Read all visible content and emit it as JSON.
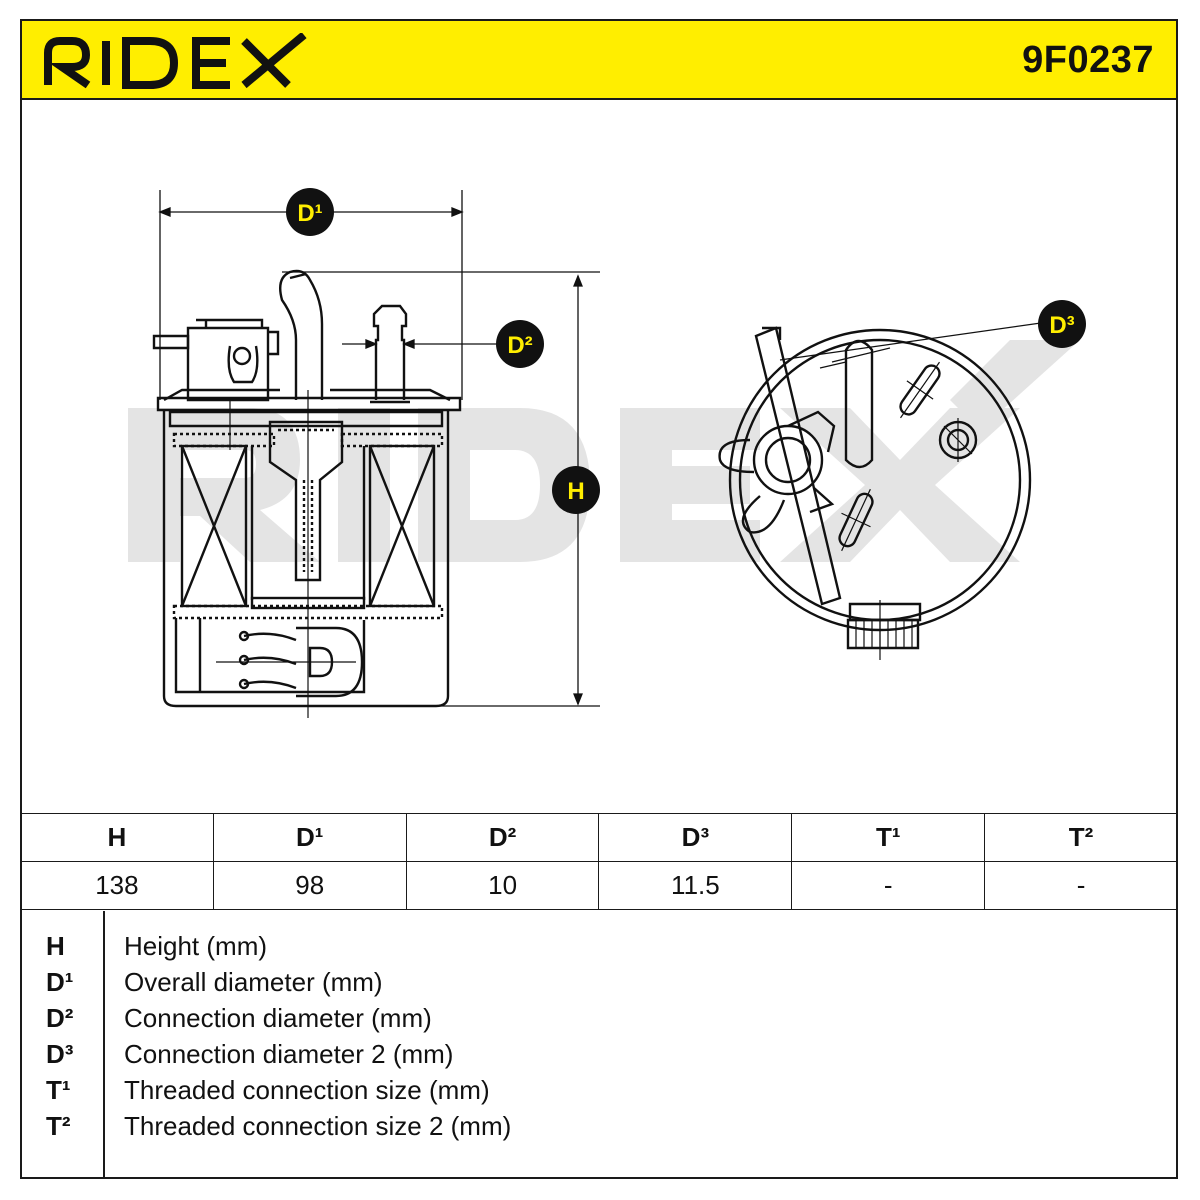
{
  "header": {
    "brand": "RIDEX",
    "part_number": "9F0237",
    "background_color": "#ffee00"
  },
  "drawing": {
    "watermark": "RIDEX",
    "badges": {
      "d1": "D¹",
      "d2": "D²",
      "d3": "D³",
      "h": "H"
    }
  },
  "table": {
    "headers": [
      "H",
      "D¹",
      "D²",
      "D³",
      "T¹",
      "T²"
    ],
    "values": [
      "138",
      "98",
      "10",
      "11.5",
      "-",
      "-"
    ]
  },
  "legend": [
    {
      "key": "H",
      "desc": "Height (mm)"
    },
    {
      "key": "D¹",
      "desc": "Overall diameter (mm)"
    },
    {
      "key": "D²",
      "desc": "Connection diameter (mm)"
    },
    {
      "key": "D³",
      "desc": "Connection diameter 2 (mm)"
    },
    {
      "key": "T¹",
      "desc": "Threaded connection size (mm)"
    },
    {
      "key": "T²",
      "desc": "Threaded connection size 2 (mm)"
    }
  ]
}
